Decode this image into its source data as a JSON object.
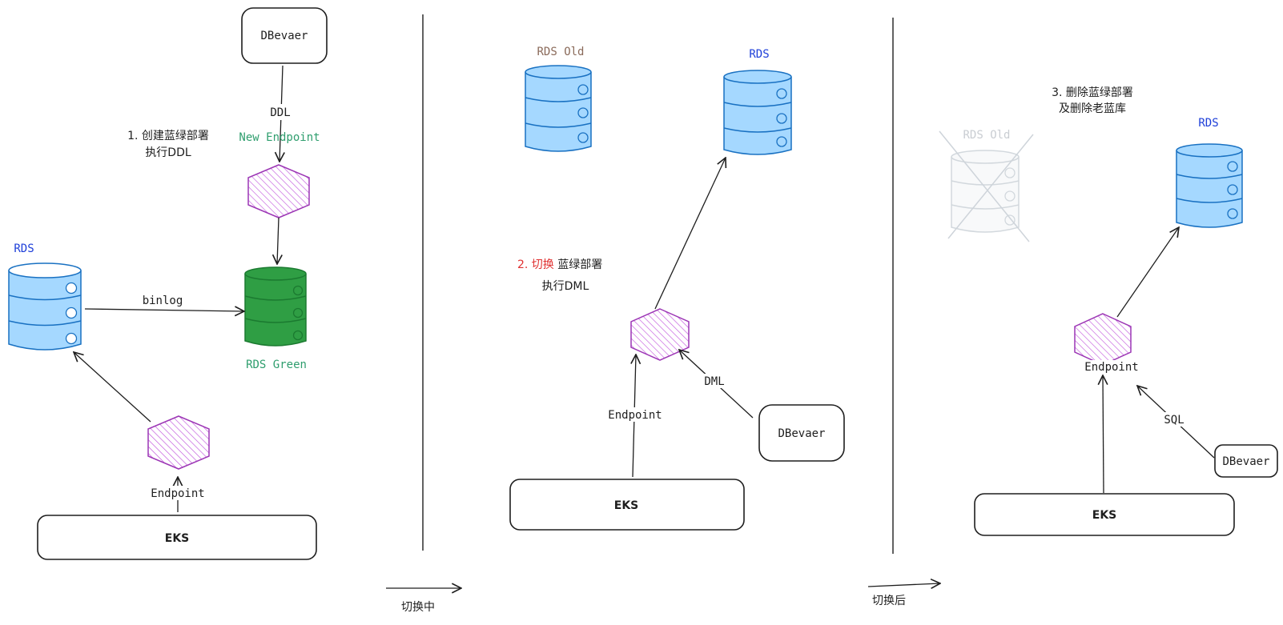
{
  "colors": {
    "rds_fill": "#a5d8ff",
    "rds_stroke": "#1971c2",
    "green_fill": "#2f9e44",
    "green_stroke": "#1b7a30",
    "endpoint_stroke": "#9c36b5",
    "faded": "#ced4da",
    "accent_red": "#e03131",
    "label_blue": "#1e3fd9",
    "label_green": "#2f9e6e",
    "label_brown": "#8a6a5a"
  },
  "panel1": {
    "rds_label": "RDS",
    "binlog": "binlog",
    "rds_green_label": "RDS Green",
    "dbeaver": "DBevaer",
    "ddl": "DDL",
    "new_endpoint": "New Endpoint",
    "step_line1": "1. 创建蓝绿部署",
    "step_line2": "执行DDL",
    "endpoint": "Endpoint",
    "eks": "EKS"
  },
  "transition1": "切换中",
  "panel2": {
    "rds_old_label": "RDS Old",
    "rds_label": "RDS",
    "step_prefix": "2. 切换",
    "step_rest": "蓝绿部署",
    "step_line2": "执行DML",
    "dml": "DML",
    "endpoint": "Endpoint",
    "dbeaver": "DBevaer",
    "eks": "EKS"
  },
  "transition2": "切换后",
  "panel3": {
    "step_line1": "3. 删除蓝绿部署",
    "step_line2": "及删除老蓝库",
    "rds_old_label": "RDS Old",
    "rds_label": "RDS",
    "endpoint": "Endpoint",
    "sql": "SQL",
    "dbeaver": "DBevaer",
    "eks": "EKS"
  }
}
